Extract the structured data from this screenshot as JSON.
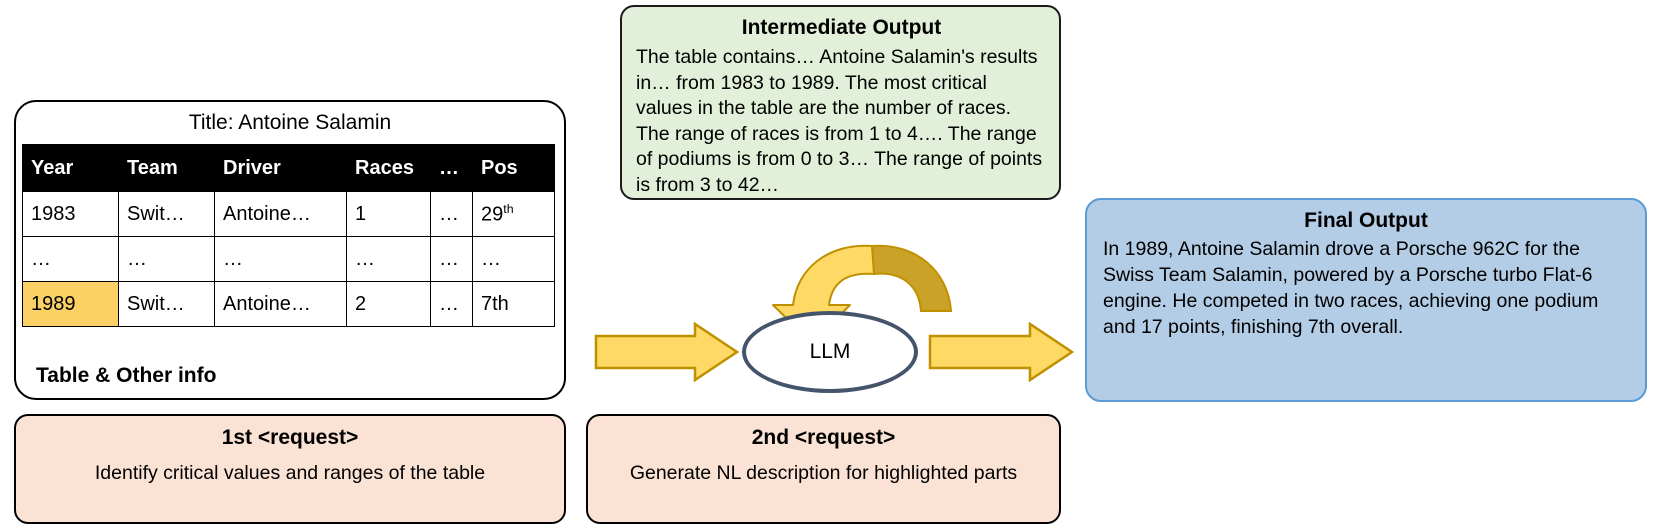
{
  "table_card": {
    "title": "Title: Antoine Salamin",
    "footnote": "Table & Other info",
    "columns": [
      "Year",
      "Team",
      "Driver",
      "Races",
      "…",
      "Pos"
    ],
    "rows": [
      {
        "cells": [
          "1983",
          "Swit…",
          "Antoine…",
          "1",
          "…",
          "29th"
        ],
        "pos_base": "29",
        "pos_sup": "th",
        "highlight": false
      },
      {
        "cells": [
          "…",
          "…",
          "…",
          "…",
          "…",
          "…"
        ],
        "pos_base": "…",
        "pos_sup": "",
        "highlight": false
      },
      {
        "cells": [
          "1989",
          "Swit…",
          "Antoine…",
          "2",
          "…",
          "7th"
        ],
        "pos_base": "7th",
        "pos_sup": "",
        "highlight": true
      }
    ]
  },
  "intermediate_output": {
    "title": "Intermediate Output",
    "body": "The table contains… Antoine Salamin's results in… from 1983 to 1989. The most critical values in the table are the number of races. The range of races is from 1 to 4…. The range of podiums is from 0 to 3… The range of points is from 3 to 42…"
  },
  "final_output": {
    "title": "Final Output",
    "body": "In 1989, Antoine Salamin drove a Porsche 962C for the Swiss Team Salamin, powered by a Porsche turbo Flat-6 engine. He competed in two races, achieving one podium and 17 points, finishing 7th overall."
  },
  "requests": [
    {
      "title": "1st <request>",
      "subtitle": "Identify critical values and ranges of the table"
    },
    {
      "title": "2nd <request>",
      "subtitle": "Generate NL description for highlighted parts"
    }
  ],
  "llm_node": {
    "label": "LLM"
  },
  "colors": {
    "highlight_cell": "#FBD065",
    "intermediate_fill": "#E2EFD9",
    "final_fill": "#B4CDE6",
    "final_border": "#5B9BD5",
    "request_fill": "#FAE2D5",
    "arrow_fill": "#FFD966",
    "arrow_stroke": "#BF9000",
    "loop_arrow_dark": "#C9A227",
    "ellipse_stroke": "#44546A",
    "header_fill": "#000000"
  }
}
